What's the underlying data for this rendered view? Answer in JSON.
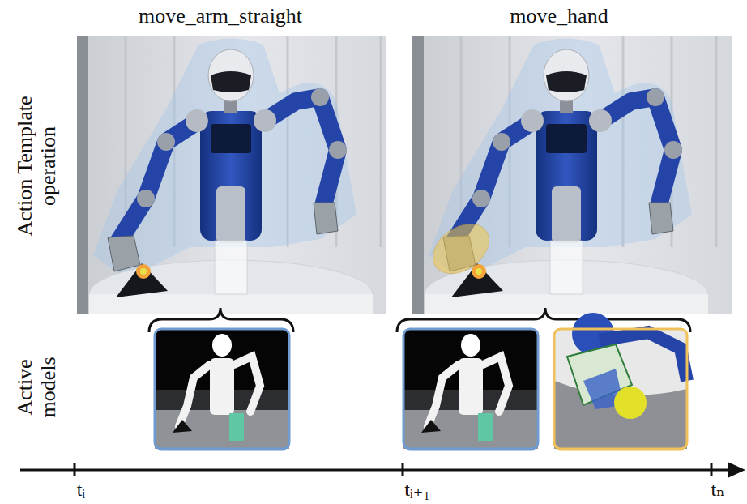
{
  "diagram": {
    "labels": [
      "move_arm_straight",
      "move_hand",
      "Action Template operation",
      "Active models",
      "tᵢ",
      "tᵢ₊₁",
      "tₙ"
    ]
  }
}
